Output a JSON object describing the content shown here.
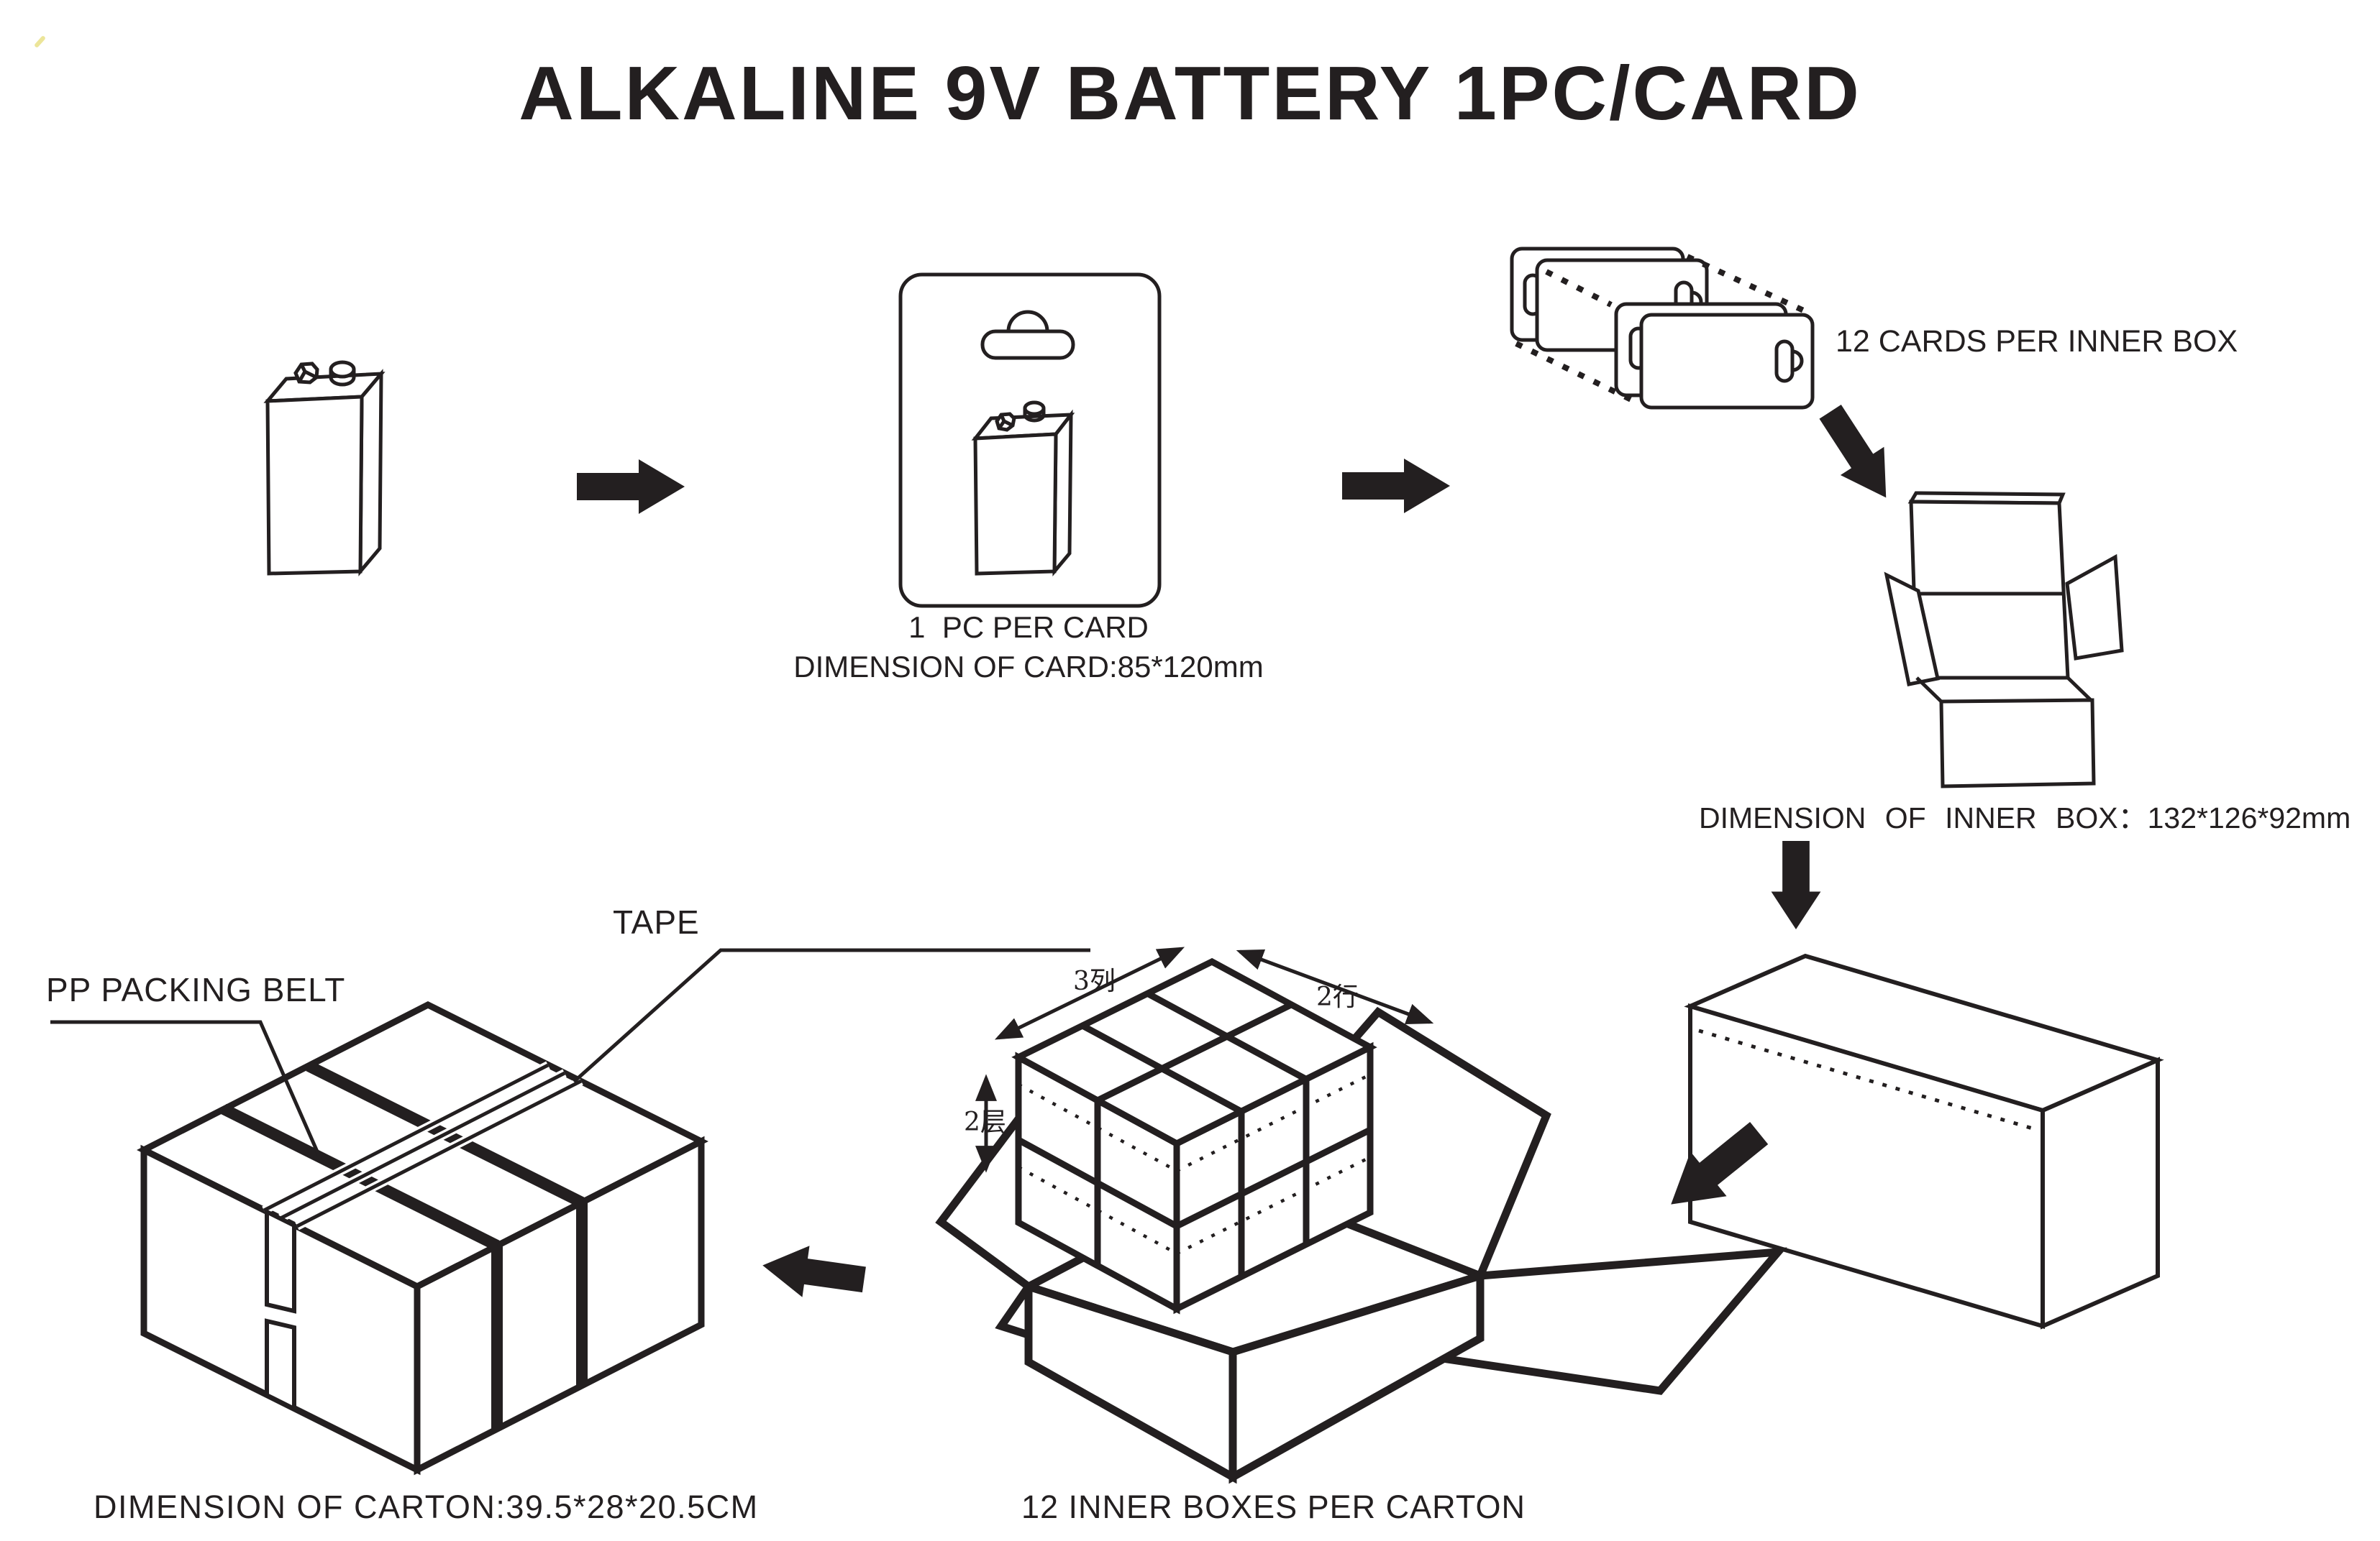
{
  "title": "ALKALINE 9V BATTERY 1PC/CARD",
  "card_step": {
    "line1": "1  PC PER CARD",
    "line2": "DIMENSION OF CARD:85*120mm"
  },
  "inner_box_step": {
    "cards_label": "12 CARDS PER INNER BOX",
    "dimension": "DIMENSION OF INNER BOX：132*126*92mm"
  },
  "carton_step": {
    "pack_label": "12 INNER BOXES PER CARTON",
    "dimension": "DIMENSION OF CARTON:39.5*28*20.5CM",
    "columns_label": "3列",
    "rows_label": "2行",
    "layers_label": "2层"
  },
  "sealed_carton_step": {
    "tape_label": "TAPE",
    "belt_label": "PP PACKING BELT"
  },
  "colors": {
    "ink": "#231f20",
    "background": "#ffffff",
    "corner_mark": "#e9e187"
  }
}
